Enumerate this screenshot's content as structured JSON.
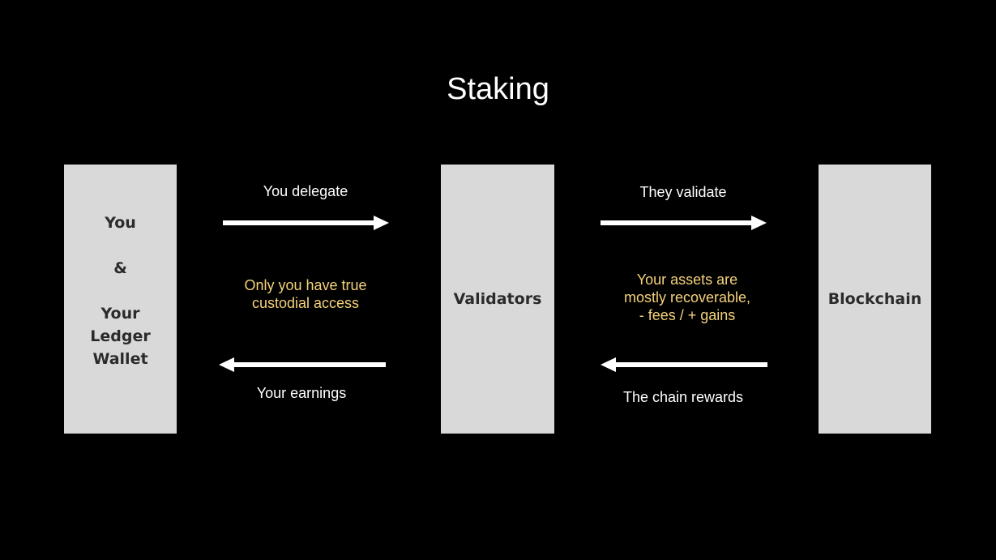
{
  "title": "Staking",
  "nodes": {
    "you": {
      "line1": "You",
      "line2": "&",
      "line3": "Your",
      "line4": "Ledger",
      "line5": "Wallet"
    },
    "validators": "Validators",
    "blockchain": "Blockchain"
  },
  "edges": {
    "delegate": "You delegate",
    "validate": "They validate",
    "earnings": "Your earnings",
    "rewards": "The chain rewards"
  },
  "notes": {
    "custody": [
      "Only you have true",
      "custodial access"
    ],
    "assets": [
      "Your assets are",
      "mostly recoverable,",
      "- fees / + gains"
    ]
  },
  "colors": {
    "background": "#000000",
    "box": "#d9d9d9",
    "box_text": "#2b2b2b",
    "text": "#ffffff",
    "note": "#f5d27a"
  }
}
